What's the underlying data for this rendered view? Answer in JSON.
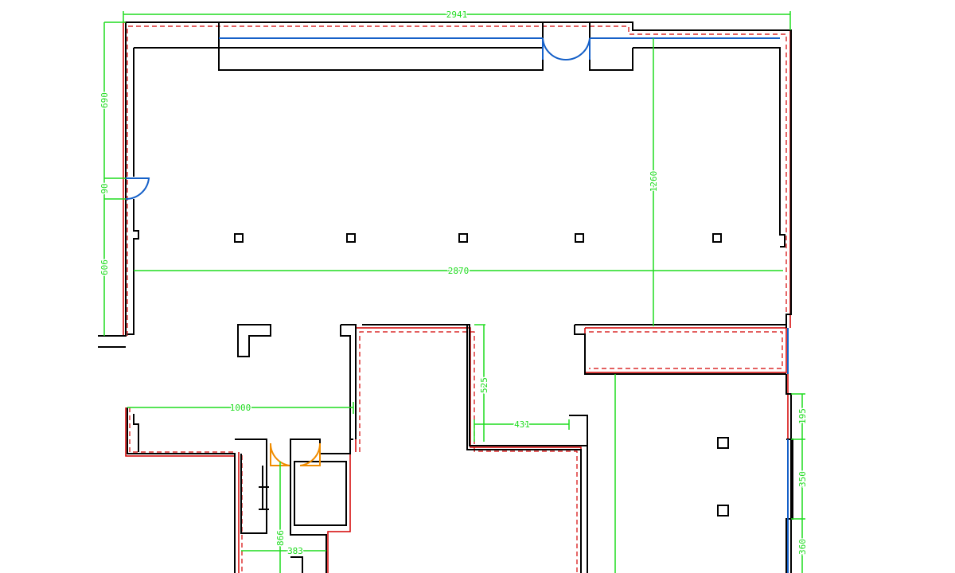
{
  "palette": {
    "wall": "#000000",
    "boundary": "#d40000",
    "dimension": "#1fdc1f",
    "window": "#1560c8",
    "door_blue": "#1560c8",
    "door_orange": "#f08c00",
    "background": "#ffffff"
  },
  "dimensions": {
    "top_overall": "2941",
    "left_upper": "690",
    "left_door": "90",
    "left_lower": "606",
    "inner_width": "2870",
    "right_vertical": "1260",
    "lower_left_width": "1000",
    "corridor_height": "525",
    "corridor_width": "431",
    "right_lower_top": "195",
    "right_lower_mid": "350",
    "right_lower_bottom": "360",
    "stair_height": "866",
    "stair_width": "383"
  }
}
